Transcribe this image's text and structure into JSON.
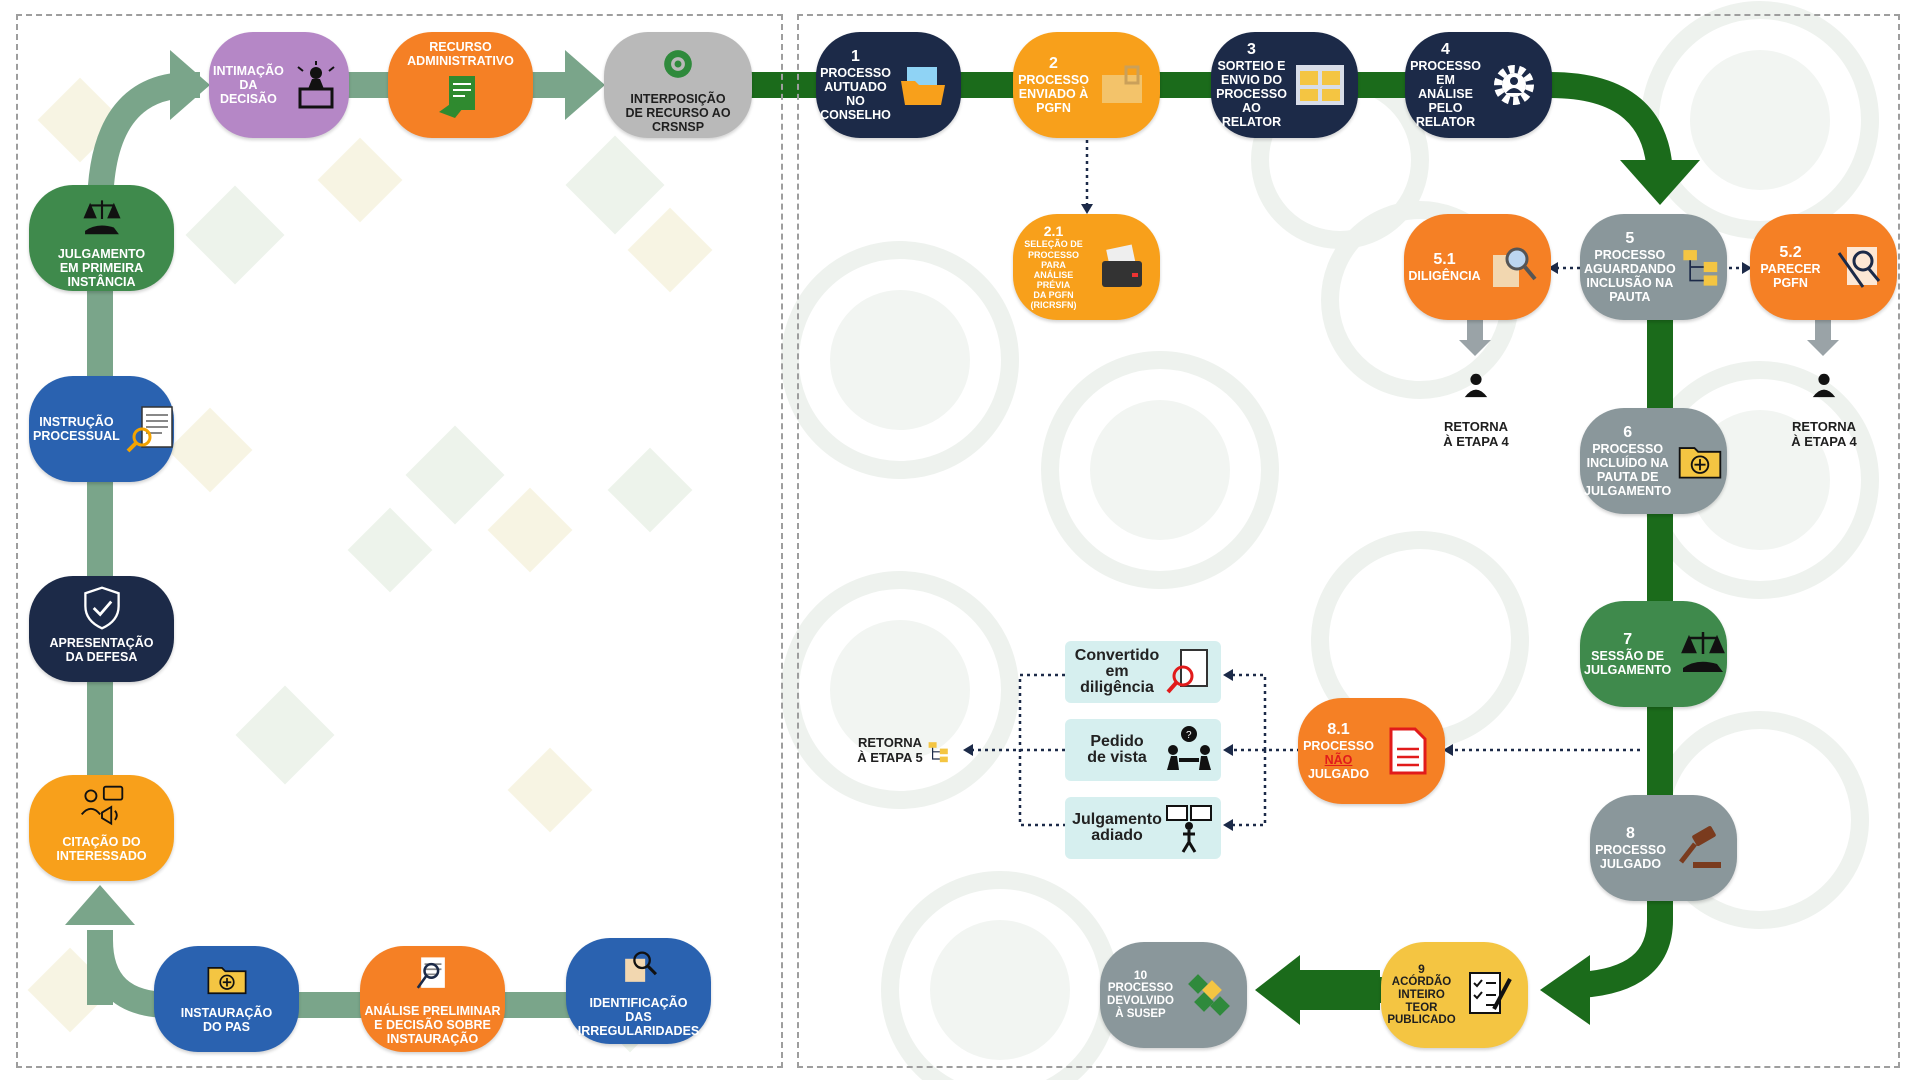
{
  "colors": {
    "green_dark": "#1b6b1b",
    "green_soft": "#7aa58a",
    "navy": "#1c2a48",
    "orange": "#f58025",
    "amber": "#f8a01b",
    "gray": "#8a979b",
    "purple": "#b587c6",
    "blue": "#2a62b0",
    "green_node": "#3f8a4c",
    "yellow": "#f4c542"
  },
  "left_flow": {
    "intimacao": "INTIMAÇÃO\nDA DECISÃO",
    "recurso_adm": "RECURSO\nADMINISTRATIVO",
    "interposicao": "INTERPOSIÇÃO\nDE RECURSO AO\nCRSNSP",
    "julgamento_primeira": "JULGAMENTO\nEM PRIMEIRA\nINSTÂNCIA",
    "instrucao": "INSTRUÇÃO\nPROCESSUAL",
    "apresentacao": "APRESENTAÇÃO\nDA DEFESA",
    "citacao": "CITAÇÃO DO\nINTERESSADO",
    "instauracao": "INSTAURAÇÃO\nDO PAS",
    "analise": "ANÁLISE PRELIMINAR\nE DECISÃO SOBRE\nINSTAURAÇÃO",
    "identificacao": "IDENTIFICAÇÃO\nDAS\nIRREGULARIDADES"
  },
  "right_flow": {
    "s1": {
      "num": "1",
      "label": "PROCESSO\nAUTUADO\nNO\nCONSELHO"
    },
    "s2": {
      "num": "2",
      "label": "PROCESSO\nENVIADO À\nPGFN"
    },
    "s2_1": {
      "num": "2.1",
      "label": "SELEÇÃO DE\nPROCESSO PARA\nANÁLISE PRÉVIA\nDA PGFN\n(RICRSFN)"
    },
    "s3": {
      "num": "3",
      "label": "SORTEIO E\nENVIO DO\nPROCESSO\nAO RELATOR"
    },
    "s4": {
      "num": "4",
      "label": "PROCESSO\nEM ANÁLISE\nPELO\nRELATOR"
    },
    "s5": {
      "num": "5",
      "label": "PROCESSO\nAGUARDANDO\nINCLUSÃO NA\nPAUTA"
    },
    "s5_1": {
      "num": "5.1",
      "label": "DILIGÊNCIA"
    },
    "s5_2": {
      "num": "5.2",
      "label": "PARECER\nPGFN"
    },
    "s6": {
      "num": "6",
      "label": "PROCESSO\nINCLUÍDO NA\nPAUTA DE\nJULGAMENTO"
    },
    "s7": {
      "num": "7",
      "label": "SESSÃO DE\nJULGAMENTO"
    },
    "s8": {
      "num": "8",
      "label": "PROCESSO\nJULGADO"
    },
    "s8_1": {
      "num": "8.1",
      "label_a": "PROCESSO",
      "label_red": "NÃO",
      "label_b": "JULGADO"
    },
    "s9": {
      "num": "9",
      "label": "ACÓRDÃO\nINTEIRO\nTEOR\nPUBLICADO"
    },
    "s10": {
      "num": "10",
      "label": "PROCESSO\nDEVOLVIDO\nÀ SUSEP"
    },
    "retorna4a": "RETORNA\nÀ ETAPA 4",
    "retorna4b": "RETORNA\nÀ ETAPA 4",
    "retorna5": "RETORNA\nÀ ETAPA 5",
    "convertido": "Convertido\nem\ndiligência",
    "pedido": "Pedido\nde vista",
    "adiado": "Julgamento\nadiado"
  }
}
